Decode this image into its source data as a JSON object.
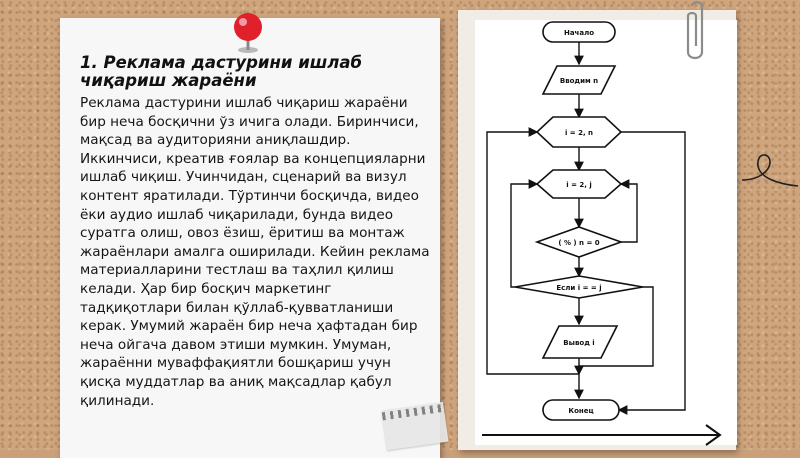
{
  "note": {
    "title": "1. Реклама дастурини ишлаб чиқариш жараёни",
    "body": "Реклама дастурини ишлаб чиқариш жараёни бир неча босқични ўз ичига олади. Биринчиси, мақсад ва аудиторияни аниқлашдир. Иккинчиси, креатив ғоялар ва концепцияларни ишлаб чиқиш. Учинчидан, сценарий ва визул контент яратилади. Тўртинчи босқичда, видео ёки аудио ишлаб чиқарилади, бунда видео суратга олиш, овоз ёзиш, ёритиш ва монтаж жараёнлари амалга оширилади. Кейин реклама материалларини тестлаш ва таҳлил қилиш келади. Ҳар бир босқич маркетинг тадқиқотлари билан қўллаб-қувватланиши керак. Умумий жараён бир неча ҳафтадан бир неча ойгача давом этиши мумкин. Умуман, жараённи муваффақиятли бошқариш учун қисқа муддатлар ва аниқ мақсадлар қабул қилинади."
  },
  "flowchart": {
    "start": "Начало",
    "input": "Вводим n",
    "loop_i": "i = 2, n",
    "loop_j": "i = 2, j",
    "cond_mod": "( % ) n = 0",
    "cond_eq": "Если i = = j",
    "output": "Вывод i",
    "end": "Конец"
  },
  "colors": {
    "cork": "#cfa57d",
    "pin": "#e0202a",
    "line": "#111111"
  }
}
